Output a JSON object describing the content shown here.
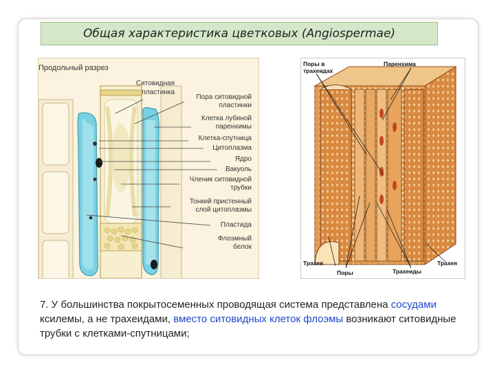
{
  "title": "Общая характеристика цветковых (Angiospermae)",
  "left_panel": {
    "heading": "Продольный разрез",
    "labels": {
      "sieve_plate_1": "Ситовидная",
      "sieve_plate_2": "пластинка",
      "pore_1": "Пора ситовидной",
      "pore_2": "пластинки",
      "parenchyma_1": "Клетка лубяной",
      "parenchyma_2": "паренхимы",
      "companion": "Клетка-спутница",
      "cytoplasm": "Цитоплазма",
      "nucleus": "Ядро",
      "vacuole": "Вакуоль",
      "member_1": "Членик ситовидной",
      "member_2": "трубки",
      "thin_layer_1": "Тонкий пристенный",
      "thin_layer_2": "слой цитоплазмы",
      "plastid": "Пластида",
      "protein_1": "Флоэмный",
      "protein_2": "белок"
    }
  },
  "right_panel": {
    "labels": {
      "pores_tracheids_1": "Поры в",
      "pores_tracheids_2": "трахеидах",
      "parenchyma": "Паренхима",
      "trachea_left": "Трахея",
      "pores": "Поры",
      "tracheids": "Трахеиды",
      "trachea_right": "Трахея"
    }
  },
  "caption": {
    "part1": "7. У большинства покрытосеменных проводящая система представлена ",
    "link1": "сосудами",
    "part2": " ксилемы, а не трахеидами, ",
    "link2": "вместо ситовидных клеток флоэмы",
    "part3": " возникают ситовидные трубки с клетками-спутницами;"
  }
}
